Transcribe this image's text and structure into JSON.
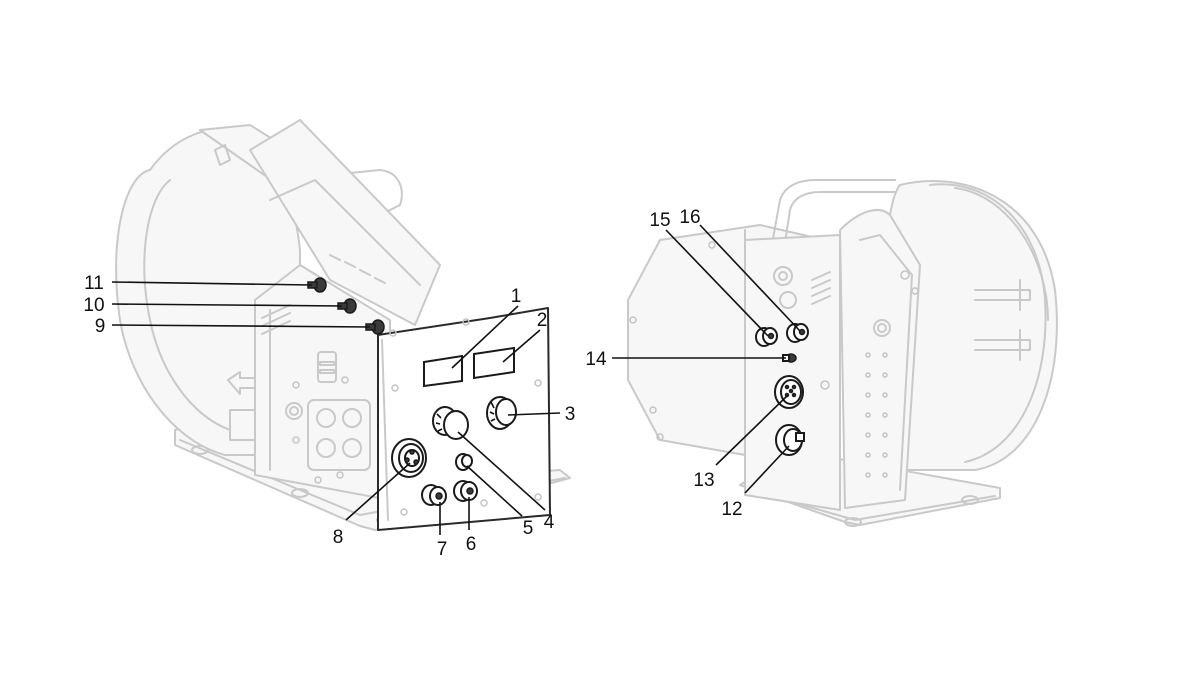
{
  "callouts": [
    {
      "id": "1",
      "label": "1"
    },
    {
      "id": "2",
      "label": "2"
    },
    {
      "id": "3",
      "label": "3"
    },
    {
      "id": "4",
      "label": "4"
    },
    {
      "id": "5",
      "label": "5"
    },
    {
      "id": "6",
      "label": "6"
    },
    {
      "id": "7",
      "label": "7"
    },
    {
      "id": "8",
      "label": "8"
    },
    {
      "id": "9",
      "label": "9"
    },
    {
      "id": "10",
      "label": "10"
    },
    {
      "id": "11",
      "label": "11"
    },
    {
      "id": "12",
      "label": "12"
    },
    {
      "id": "13",
      "label": "13"
    },
    {
      "id": "14",
      "label": "14"
    },
    {
      "id": "15",
      "label": "15"
    },
    {
      "id": "16",
      "label": "16"
    }
  ],
  "colors": {
    "background": "#ffffff",
    "outline_faded": "#c9c9c9",
    "highlight": "#1a1a1a"
  }
}
